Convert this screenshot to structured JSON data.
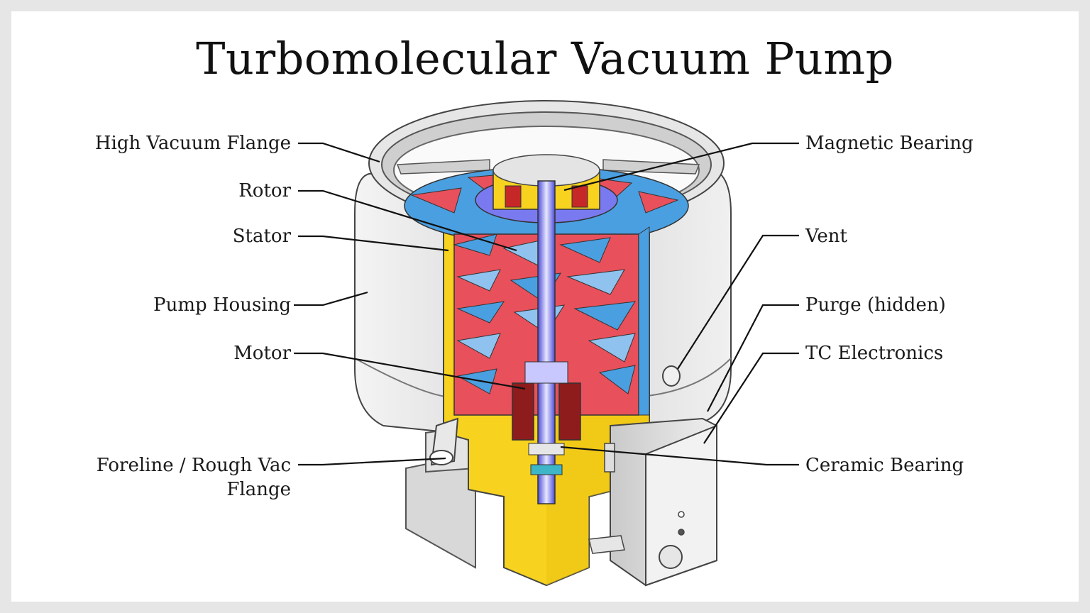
{
  "title": "Turbomolecular Vacuum Pump",
  "labels": {
    "high_vacuum_flange": "High Vacuum Flange",
    "rotor": "Rotor",
    "stator": "Stator",
    "pump_housing": "Pump Housing",
    "motor": "Motor",
    "foreline_line1": "Foreline / Rough Vac",
    "foreline_line2": "Flange",
    "magnetic_bearing": "Magnetic Bearing",
    "vent": "Vent",
    "purge": "Purge (hidden)",
    "tc_electronics": "TC Electronics",
    "ceramic_bearing": "Ceramic Bearing"
  },
  "colors": {
    "rotor_red": "#e8505b",
    "stator_blue": "#4a9fe0",
    "cutaway_yellow": "#f7d21e",
    "motor_darkred": "#8e1c1c",
    "shaft_blue": "#6f6ff0",
    "housing_gray": "#dcdcdc"
  }
}
